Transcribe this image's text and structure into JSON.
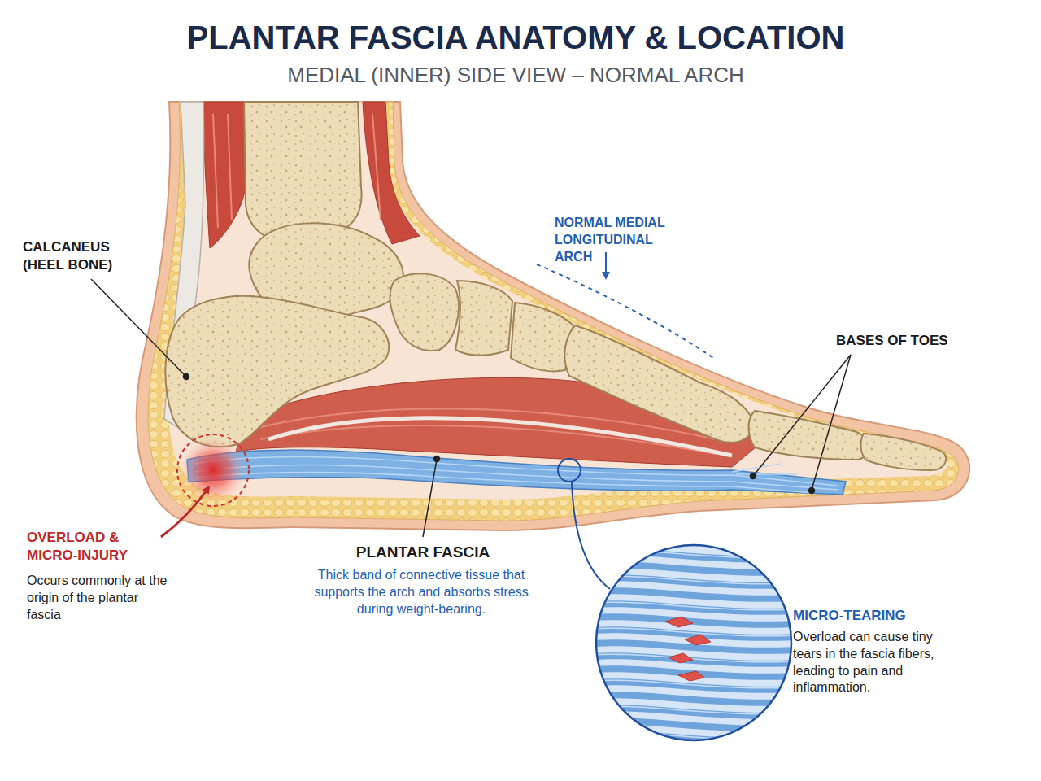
{
  "diagram": {
    "title": "PLANTAR FASCIA ANATOMY & LOCATION",
    "labels": [
      "MEDIAL (INNER) SIDE VIEW – NORMAL ARCH",
      "CALCANEUS (HEEL BONE)",
      "NORMAL MEDIAL LONGITUDINAL ARCH",
      "BASES OF TOES",
      "OVERLOAD & MICRO-INJURY",
      "Occurs commonly at the origin of the plantar fascia",
      "PLANTAR FASCIA",
      "Thick band of connective tissue that supports the arch and absorbs stress during weight-bearing.",
      "MICRO-TEARING",
      "Overload can cause tiny tears in the fascia fibers, leading to pain and inflammation."
    ]
  }
}
